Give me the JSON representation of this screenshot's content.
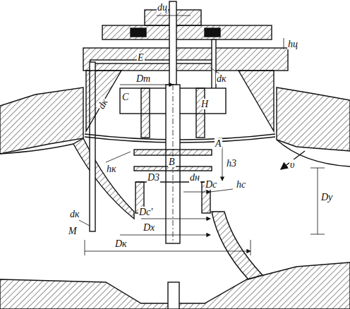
{
  "diagram": {
    "labels": [
      "dц",
      "hц",
      "E",
      "dк",
      "dк",
      "Dт",
      "C",
      "H",
      "A",
      "hк",
      "B",
      "D3",
      "dн",
      "h3",
      "dк",
      "M",
      "Dc",
      "hc",
      "υ",
      "Dy",
      "Dc'",
      "Dx",
      "Dк"
    ]
  }
}
